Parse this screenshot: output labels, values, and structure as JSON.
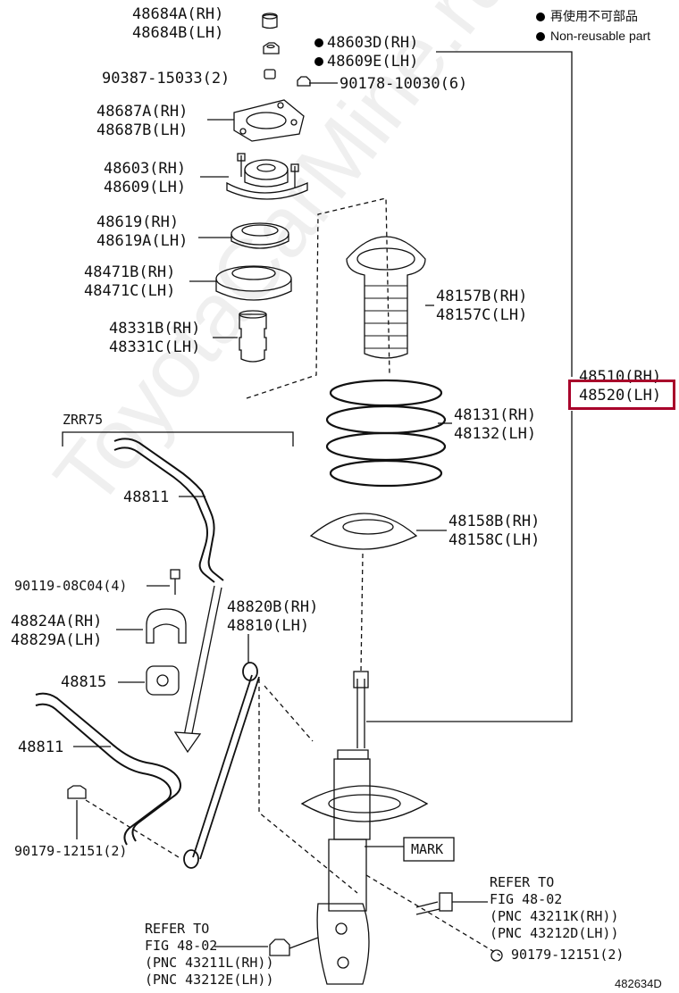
{
  "legend": {
    "jp": "再使用不可部品",
    "en": "Non-reusable part"
  },
  "group_label": "ZRR75",
  "figure_id": "482634D",
  "mark_label": "MARK",
  "watermark": "ToyotaCarMine.ru",
  "parts": {
    "p48684": [
      "48684A(RH)",
      "48684B(LH)"
    ],
    "p48603d": [
      "48603D(RH)",
      "48609E(LH)"
    ],
    "p90387": "90387-15033(2)",
    "p90178": "90178-10030(6)",
    "p48687": [
      "48687A(RH)",
      "48687B(LH)"
    ],
    "p48603": [
      "48603(RH)",
      "48609(LH)"
    ],
    "p48619": [
      "48619(RH)",
      "48619A(LH)"
    ],
    "p48471": [
      "48471B(RH)",
      "48471C(LH)"
    ],
    "p48157": [
      "48157B(RH)",
      "48157C(LH)"
    ],
    "p48331": [
      "48331B(RH)",
      "48331C(LH)"
    ],
    "p48510": [
      "48510(RH)",
      "48520(LH)"
    ],
    "p48131": [
      "48131(RH)",
      "48132(LH)"
    ],
    "p48811a": "48811",
    "p48158": [
      "48158B(RH)",
      "48158C(LH)"
    ],
    "p90119": "90119-08C04(4)",
    "p48820": [
      "48820B(RH)",
      "48810(LH)"
    ],
    "p48824": [
      "48824A(RH)",
      "48829A(LH)"
    ],
    "p48815": "48815",
    "p48811b": "48811",
    "p90179a": "90179-12151(2)",
    "p90179b": "90179-12151(2)"
  },
  "refer_right": [
    "REFER TO",
    "FIG 48-02",
    "(PNC 43211K(RH))",
    "(PNC 43212D(LH))"
  ],
  "refer_left": [
    "REFER TO",
    "FIG 48-02",
    "(PNC 43211L(RH))",
    "(PNC 43212E(LH))"
  ],
  "colors": {
    "highlight": "#a8002a",
    "line": "#111111"
  }
}
